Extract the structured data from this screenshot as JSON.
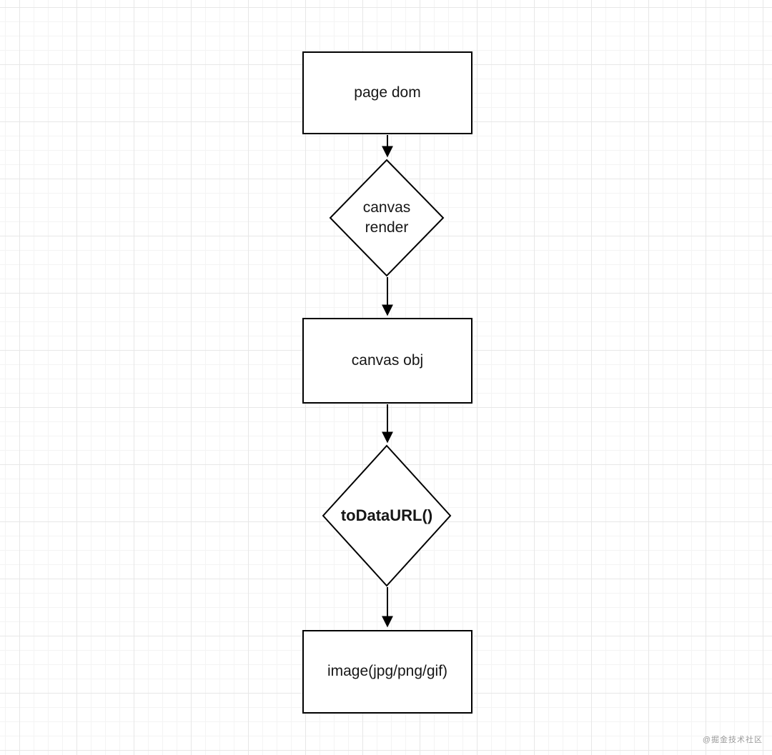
{
  "diagram": {
    "nodes": {
      "page_dom": {
        "label": "page dom",
        "shape": "rect"
      },
      "canvas_render": {
        "label": "canvas\nrender",
        "shape": "diamond"
      },
      "canvas_obj": {
        "label": "canvas obj",
        "shape": "rect"
      },
      "to_data_url": {
        "label": "toDataURL()",
        "shape": "diamond",
        "bold": true
      },
      "image_output": {
        "label": "image(jpg/png/gif)",
        "shape": "rect"
      }
    },
    "flow_order": [
      "page dom",
      "canvas render",
      "canvas obj",
      "toDataURL()",
      "image(jpg/png/gif)"
    ]
  },
  "watermark": {
    "label": "@掘金技术社区"
  },
  "colors": {
    "shape_stroke": "#000000",
    "shape_fill": "#ffffff",
    "grid_minor": "#f4f4f4",
    "grid_major": "#e7e7e7",
    "text": "#161616",
    "watermark": "#9a9a9a"
  }
}
